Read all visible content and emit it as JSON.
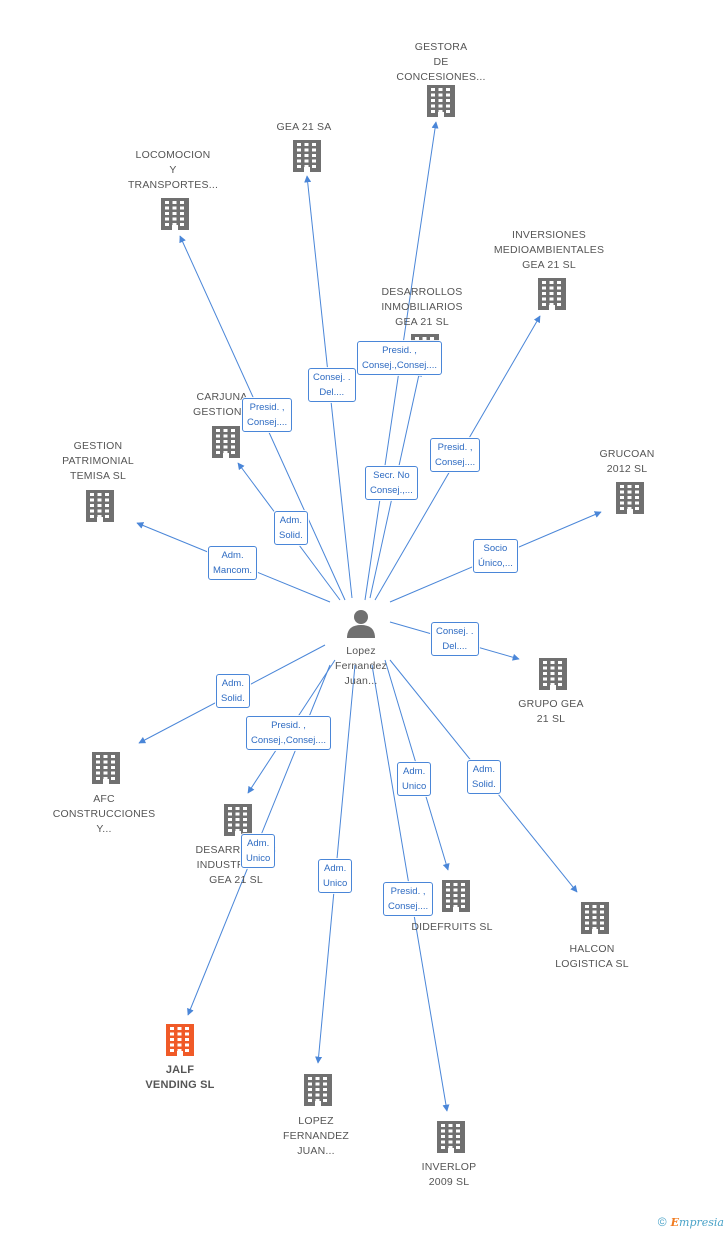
{
  "center": {
    "name": "Lopez\nFernandez\nJuan..."
  },
  "nodes": [
    {
      "id": "gestora",
      "label": "GESTORA\nDE\nCONCESIONES..."
    },
    {
      "id": "gea21sa",
      "label": "GEA 21 SA"
    },
    {
      "id": "locomocion",
      "label": "LOCOMOCION\nY\nTRANSPORTES..."
    },
    {
      "id": "inversiones",
      "label": "INVERSIONES\nMEDIOAMBIENTALES\nGEA 21 SL"
    },
    {
      "id": "desarrollos_inmo",
      "label": "DESARROLLOS\nINMOBILIARIOS\nGEA 21 SL"
    },
    {
      "id": "carjuna",
      "label": "CARJUNA\nGESTION..."
    },
    {
      "id": "gestion_patrimonial",
      "label": "GESTION\nPATRIMONIAL\nTEMISA SL"
    },
    {
      "id": "grucoan",
      "label": "GRUCOAN\n2012 SL"
    },
    {
      "id": "grupo_gea",
      "label": "GRUPO GEA\n21 SL"
    },
    {
      "id": "afc",
      "label": "AFC\nCONSTRUCCIONES\nY..."
    },
    {
      "id": "desarrollos_ind",
      "label": "DESARROLLOS\nINDUSTRIALES\nGEA 21 SL"
    },
    {
      "id": "didefruits",
      "label": "DIDEFRUITS SL"
    },
    {
      "id": "halcon",
      "label": "HALCON\nLOGISTICA SL"
    },
    {
      "id": "jalf",
      "label": "JALF\nVENDING SL"
    },
    {
      "id": "lopez_fernandez",
      "label": "LOPEZ\nFERNANDEZ\nJUAN..."
    },
    {
      "id": "inverlop",
      "label": "INVERLOP\n2009 SL"
    }
  ],
  "edges": [
    {
      "to": "gestora",
      "label": "Presid. ,\nConsej.,Consej...."
    },
    {
      "to": "gea21sa",
      "label": "Consej. .\nDel...."
    },
    {
      "to": "locomocion",
      "label": ""
    },
    {
      "to": "inversiones",
      "label": "Presid. ,\nConsej...."
    },
    {
      "to": "desarrollos_inmo",
      "label": "Secr.  No\nConsej.,..."
    },
    {
      "to": "carjuna",
      "label": "Presid. ,\nConsej...."
    },
    {
      "to": "carjuna_solid",
      "label": "Adm.\nSolid."
    },
    {
      "to": "gestion_patrimonial",
      "label": "Adm.\nMancom."
    },
    {
      "to": "grucoan",
      "label": "Socio\nÚnico,..."
    },
    {
      "to": "grupo_gea",
      "label": "Consej. .\nDel...."
    },
    {
      "to": "afc",
      "label": "Adm.\nSolid."
    },
    {
      "to": "desarrollos_ind",
      "label": "Presid. ,\nConsej.,Consej...."
    },
    {
      "to": "jalf",
      "label": "Adm.\nUnico"
    },
    {
      "to": "didefruits",
      "label": "Adm.\nUnico"
    },
    {
      "to": "halcon",
      "label": "Adm.\nSolid."
    },
    {
      "to": "lopez_fernandez",
      "label": "Adm.\nUnico"
    },
    {
      "to": "inverlop",
      "label": "Presid. ,\nConsej...."
    }
  ],
  "colors": {
    "building": "#707070",
    "highlight": "#f05a28",
    "edge": "#4a86d8",
    "person": "#707070"
  },
  "footer": {
    "copyright": "©",
    "brand_e": "E",
    "brand_rest": "mpresia"
  }
}
